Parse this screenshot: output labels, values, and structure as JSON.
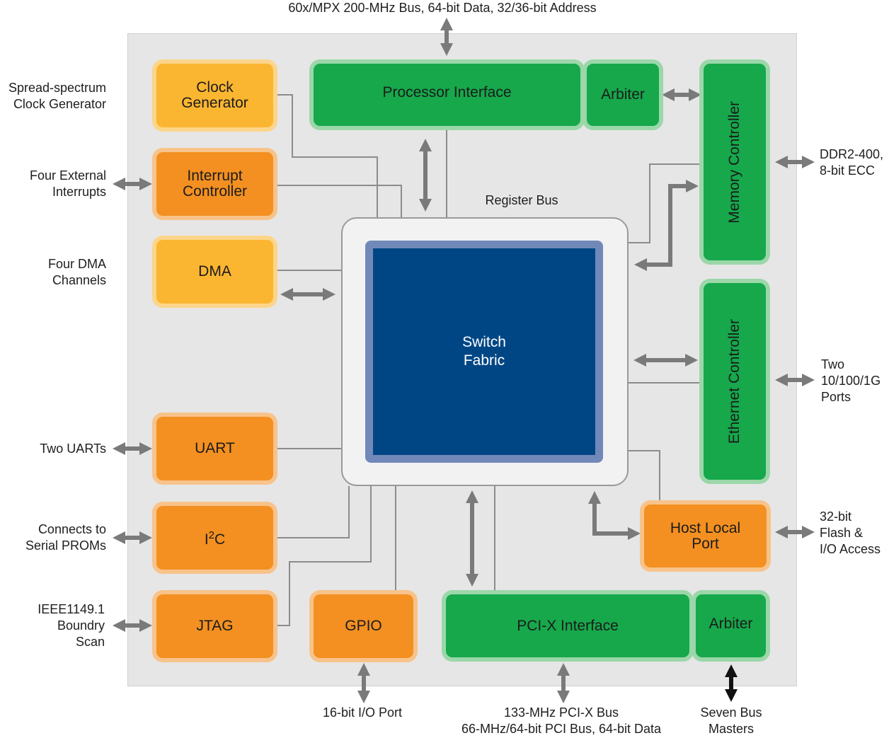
{
  "blocks": {
    "clock_generator": "Clock\nGenerator",
    "interrupt_controller": "Interrupt\nController",
    "dma": "DMA",
    "uart": "UART",
    "i2c_main": "I",
    "i2c_sup": "2",
    "i2c_tail": "C",
    "jtag": "JTAG",
    "gpio": "GPIO",
    "processor_interface": "Processor Interface",
    "arbiter_top": "Arbiter",
    "memory_controller": "Memory Controller",
    "ethernet_controller": "Ethernet Controller",
    "host_local_port": "Host Local\nPort",
    "pci_x_interface": "PCI-X Interface",
    "arbiter_bottom": "Arbiter",
    "switch_fabric": "Switch\nFabric"
  },
  "labels": {
    "register_bus": "Register Bus",
    "top_bus": "60x/MPX 200-MHz Bus, 64-bit Data, 32/36-bit Address",
    "spread_spectrum": "Spread-spectrum\nClock Generator",
    "external_interrupts": "Four External\nInterrupts",
    "dma_channels": "Four DMA\nChannels",
    "two_uarts": "Two UARTs",
    "serial_proms": "Connects to\nSerial PROMs",
    "ieee": "IEEE1149.1\nBoundry\nScan",
    "ddr": "DDR2-400,\n8-bit ECC",
    "ethernet_ports": "Two\n10/100/1G\nPorts",
    "flash_io": "32-bit\nFlash &\nI/O Access",
    "io_port": "16-bit I/O Port",
    "pci_bus": "133-MHz PCI-X Bus\n66-MHz/64-bit PCI Bus, 64-bit Data",
    "bus_masters": "Seven Bus\nMasters"
  },
  "colors": {
    "chip_background": "#e6e6e6",
    "yellow_block": "#fbb631",
    "orange_block": "#f39021",
    "green_block": "#16a84b",
    "fabric": "#004685",
    "fabric_border": "#7189b9",
    "arrow": "#7a7a7a"
  }
}
